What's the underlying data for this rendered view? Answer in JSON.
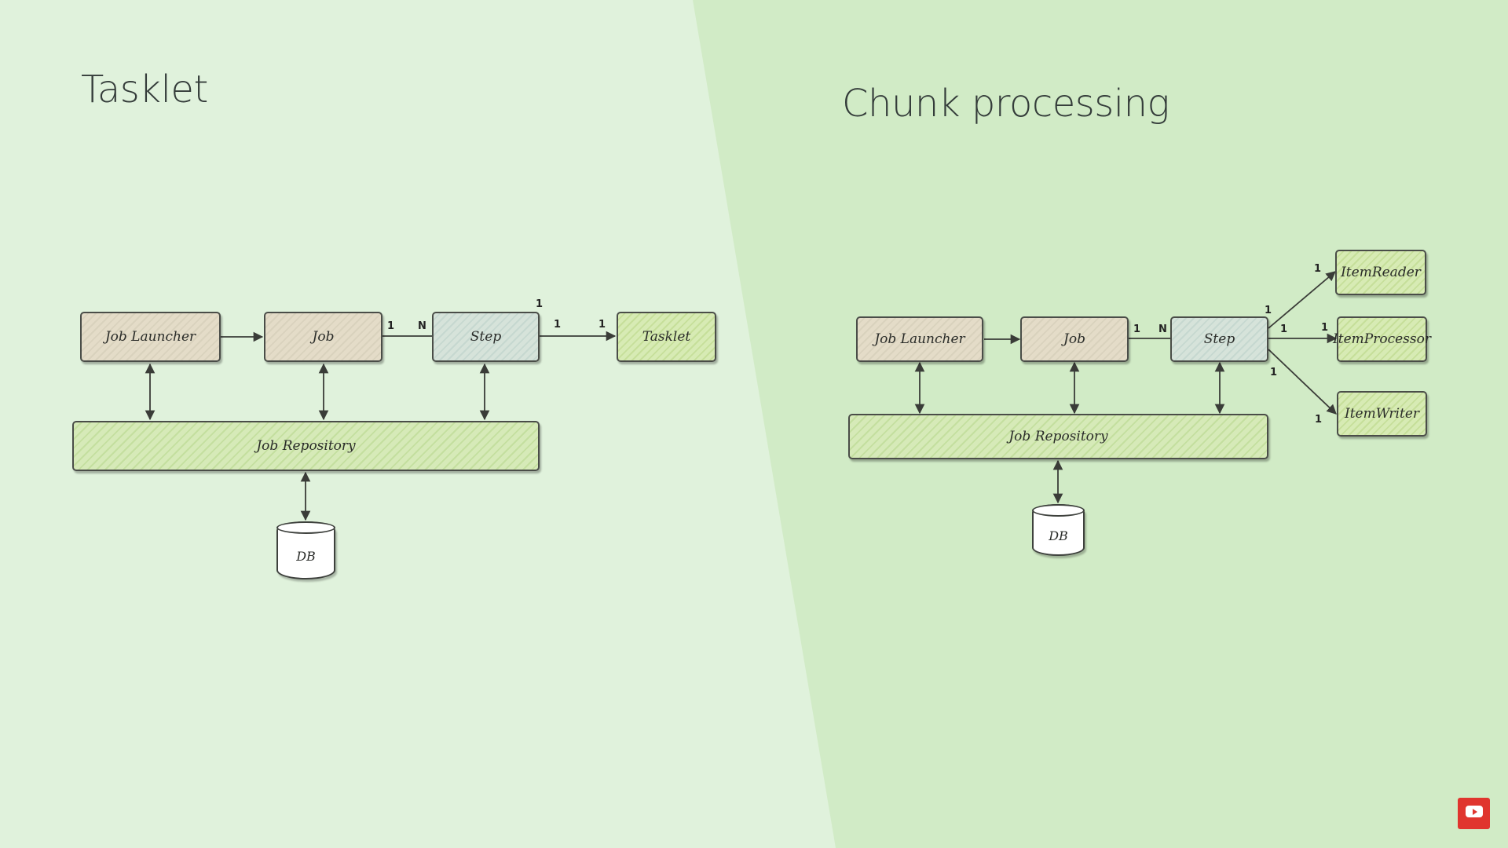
{
  "colors": {
    "left_background": "#e0f2dc",
    "right_background": "#d1ebc6",
    "youtube_badge": "#e0352e"
  },
  "left": {
    "title": "Tasklet",
    "nodes": {
      "job_launcher": "Job Launcher",
      "job": "Job",
      "step": "Step",
      "tasklet": "Tasklet",
      "repository": "Job Repository",
      "db": "DB"
    },
    "multiplicities": {
      "job_step_from": "1",
      "job_step_to": "N",
      "step_top": "1",
      "step_tasklet_from": "1",
      "step_tasklet_to": "1"
    }
  },
  "right": {
    "title": "Chunk processing",
    "nodes": {
      "job_launcher": "Job Launcher",
      "job": "Job",
      "step": "Step",
      "reader": "ItemReader",
      "processor": "ItemProcessor",
      "writer": "ItemWriter",
      "repository": "Job Repository",
      "db": "DB"
    },
    "multiplicities": {
      "job_step_from": "1",
      "job_step_to": "N",
      "step_reader_from": "1",
      "step_reader_to": "1",
      "step_processor_from": "1",
      "step_processor_to": "1",
      "step_writer_from": "1",
      "step_writer_to": "1"
    }
  },
  "badge": {
    "icon": "youtube-subscribe-icon"
  }
}
